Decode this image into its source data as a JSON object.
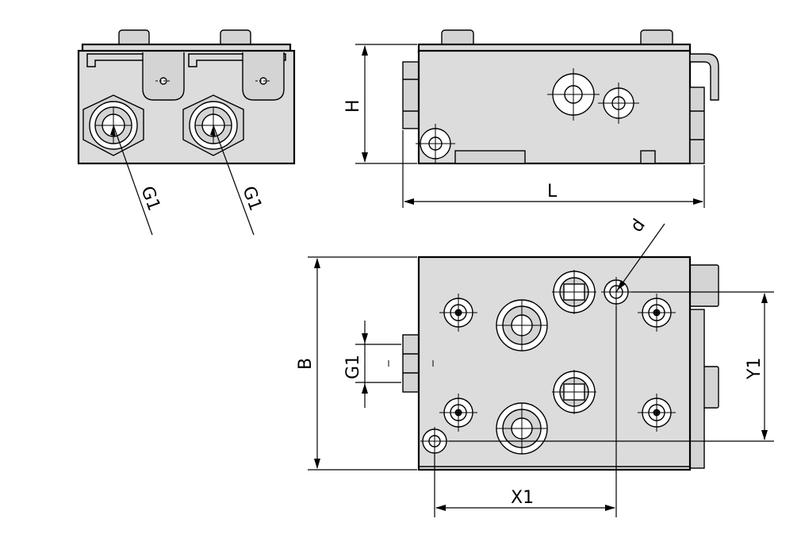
{
  "labels": {
    "port_front_left": "G1",
    "port_front_right": "G1",
    "height": "H",
    "length": "L",
    "width": "B",
    "port_top": "G1",
    "hole_diameter": "d",
    "hole_offset_y": "Y1",
    "hole_offset_x": "X1"
  },
  "colors": {
    "body": "#dcdcdc",
    "line": "#000000",
    "background": "#ffffff"
  }
}
